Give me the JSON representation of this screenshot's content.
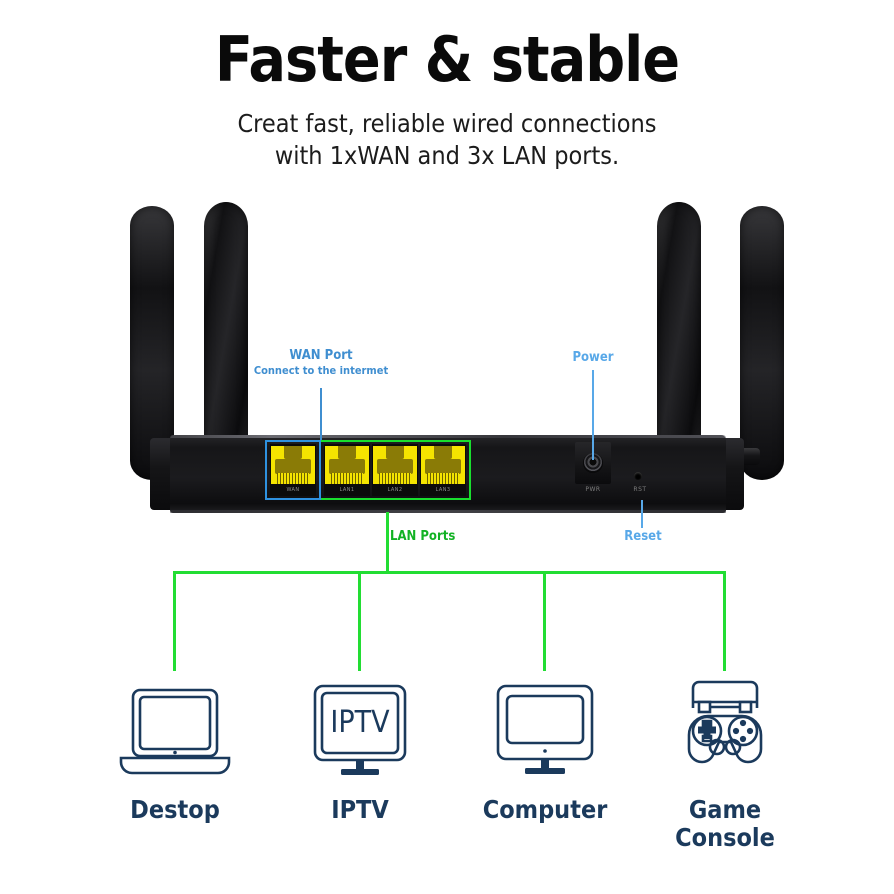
{
  "header": {
    "title": "Faster & stable",
    "subtitle_line1": "Creat fast, reliable wired connections",
    "subtitle_line2": "with 1xWAN and 3x LAN ports."
  },
  "colors": {
    "wan_blue": "#3f8ed0",
    "light_blue": "#58a8e8",
    "lan_green": "#12b223",
    "tree_green": "#22dd33",
    "device_navy": "#1b3a5c",
    "port_yellow": "#f5e400"
  },
  "callouts": {
    "wan": {
      "title": "WAN Port",
      "subtitle": "Connect to the intermet"
    },
    "power": {
      "title": "Power"
    },
    "reset": {
      "title": "Reset"
    },
    "lan": {
      "title": "LAN Ports"
    }
  },
  "router": {
    "ports": [
      {
        "name": "WAN",
        "label": "WAN",
        "group": "wan"
      },
      {
        "name": "LAN1",
        "label": "LAN1",
        "group": "lan"
      },
      {
        "name": "LAN2",
        "label": "LAN2",
        "group": "lan"
      },
      {
        "name": "LAN3",
        "label": "LAN3",
        "group": "lan"
      }
    ],
    "power_port_label": "PWR",
    "reset_button_label": "RST",
    "antenna_count": 4
  },
  "devices": [
    {
      "icon": "laptop-icon",
      "label_line1": "Destop",
      "label_line2": ""
    },
    {
      "icon": "iptv-monitor-icon",
      "label_line1": "IPTV",
      "label_line2": "",
      "screen_text": "IPTV"
    },
    {
      "icon": "desktop-monitor-icon",
      "label_line1": "Computer",
      "label_line2": ""
    },
    {
      "icon": "gamepad-icon",
      "label_line1": "Game",
      "label_line2": "Console"
    }
  ]
}
